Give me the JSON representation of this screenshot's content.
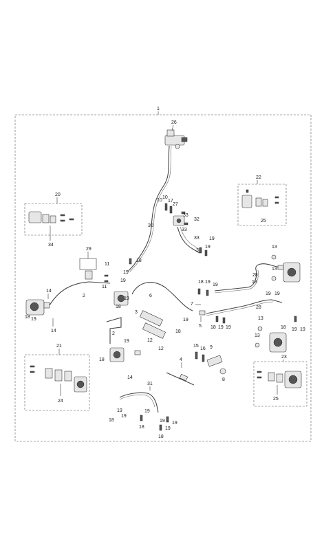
{
  "labels": {
    "main": "1",
    "master_cylinder": "26",
    "p27": "27",
    "p10a": "10",
    "p10b": "10",
    "p17": "17",
    "p33a": "33",
    "p33b": "33",
    "p33c": "33",
    "p33d": "33",
    "p32": "32",
    "p30": "30",
    "p19_m1": "19",
    "p19_m2": "19",
    "p22": "22",
    "p25a": "25",
    "p20": "20",
    "p34": "34",
    "p29": "29",
    "p11a": "11",
    "p11b": "11",
    "p18a": "18",
    "p19a": "19",
    "p19b": "19",
    "p13a": "13",
    "p13b": "13",
    "p28a": "28",
    "p18b": "18",
    "p19c": "19",
    "p19d": "19",
    "p14a": "14",
    "p14b": "14",
    "p18c": "18",
    "p19e": "19",
    "p2a": "2",
    "p19f": "19",
    "p18d": "18",
    "p6": "6",
    "p18e": "18",
    "p19g": "19",
    "p19h": "19",
    "p7": "7",
    "p5": "5",
    "p28b": "28",
    "p18f": "18",
    "p19i": "19",
    "p19j": "19",
    "p13c": "13",
    "p13d": "13",
    "p18g": "18",
    "p19k": "19",
    "p19l": "19",
    "p3": "3",
    "p12a": "12",
    "p12b": "12",
    "p18h": "18",
    "p19m": "19",
    "p2b": "2",
    "p19n": "19",
    "p18i": "18",
    "p14c": "14",
    "p15": "15",
    "p16": "16",
    "p9": "9",
    "p8": "8",
    "p4": "4",
    "p21": "21",
    "p24": "24",
    "p23": "23",
    "p25b": "25",
    "p31": "31",
    "p19o": "19",
    "p19p": "19",
    "p18j": "18",
    "p19q": "19",
    "p18k": "18",
    "p19r": "19",
    "p19s": "19",
    "p19t": "19",
    "p18l": "18"
  }
}
